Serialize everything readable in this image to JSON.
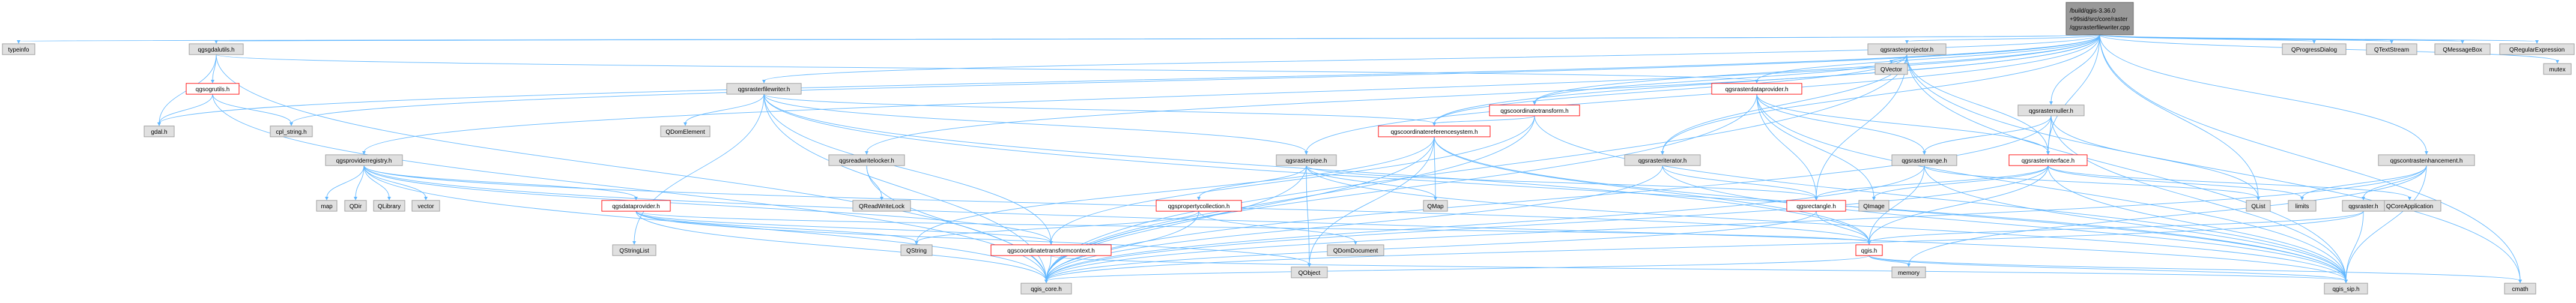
{
  "root": {
    "line1": "/build/qgis-3.36.0",
    "line2": "+99sid/src/core/raster",
    "line3": "/qgsrasterfilewriter.cpp"
  },
  "nodes": [
    {
      "id": "typeinfo",
      "label": "typeinfo",
      "style": "plain"
    },
    {
      "id": "qgsgdalutils",
      "label": "qgsgdalutils.h",
      "style": "plain"
    },
    {
      "id": "qgsogrutils",
      "label": "qgsogrutils.h",
      "style": "warn"
    },
    {
      "id": "gdal",
      "label": "gdal.h",
      "style": "plain"
    },
    {
      "id": "cpl_string",
      "label": "cpl_string.h",
      "style": "plain"
    },
    {
      "id": "qgsproviderregistry",
      "label": "qgsproviderregistry.h",
      "style": "plain"
    },
    {
      "id": "map",
      "label": "map",
      "style": "plain"
    },
    {
      "id": "qdir",
      "label": "QDir",
      "style": "plain"
    },
    {
      "id": "qlibrary",
      "label": "QLibrary",
      "style": "plain"
    },
    {
      "id": "vector",
      "label": "vector",
      "style": "plain"
    },
    {
      "id": "qgsrasterfilewriter",
      "label": "qgsrasterfilewriter.h",
      "style": "plain"
    },
    {
      "id": "qdomelement",
      "label": "QDomElement",
      "style": "plain"
    },
    {
      "id": "qstringlist",
      "label": "QStringList",
      "style": "plain"
    },
    {
      "id": "qgsdataprovider",
      "label": "qgsdataprovider.h",
      "style": "warn"
    },
    {
      "id": "qgsreadwritelocker",
      "label": "qgsreadwritelocker.h",
      "style": "plain"
    },
    {
      "id": "qreadwritelock",
      "label": "QReadWriteLock",
      "style": "plain"
    },
    {
      "id": "qgsrasterpipe",
      "label": "qgsrasterpipe.h",
      "style": "plain"
    },
    {
      "id": "qgspropertycollection",
      "label": "qgspropertycollection.h",
      "style": "warn"
    },
    {
      "id": "qgscoordinatetransform",
      "label": "qgscoordinatetransform.h",
      "style": "warn"
    },
    {
      "id": "qgscoordinatereferencesystem",
      "label": "qgscoordinatereferencesystem.h",
      "style": "warn"
    },
    {
      "id": "qgscoordinatetransformcontext",
      "label": "qgscoordinatetransformcontext.h",
      "style": "warn"
    },
    {
      "id": "qstring",
      "label": "QString",
      "style": "plain"
    },
    {
      "id": "qdomdocument",
      "label": "QDomDocument",
      "style": "plain"
    },
    {
      "id": "qobject",
      "label": "QObject",
      "style": "plain"
    },
    {
      "id": "qmap",
      "label": "QMap",
      "style": "plain"
    },
    {
      "id": "qgsrasterprojector",
      "label": "qgsrasterprojector.h",
      "style": "plain"
    },
    {
      "id": "qvector",
      "label": "QVector",
      "style": "plain"
    },
    {
      "id": "qgsrasterdataprovider",
      "label": "qgsrasterdataprovider.h",
      "style": "warn"
    },
    {
      "id": "qgsrasteriterator",
      "label": "qgsrasteriterator.h",
      "style": "plain"
    },
    {
      "id": "qgsrasterrange",
      "label": "qgsrasterrange.h",
      "style": "plain"
    },
    {
      "id": "qimage",
      "label": "QImage",
      "style": "plain"
    },
    {
      "id": "qgsrectangle",
      "label": "qgsrectangle.h",
      "style": "warn"
    },
    {
      "id": "qgsrasternuller",
      "label": "qgsrasternuller.h",
      "style": "plain"
    },
    {
      "id": "qgsrasterinterface",
      "label": "qgsrasterinterface.h",
      "style": "warn"
    },
    {
      "id": "qgscontrastenhancement",
      "label": "qgscontrastenhancement.h",
      "style": "plain"
    },
    {
      "id": "qlist",
      "label": "QList",
      "style": "plain"
    },
    {
      "id": "limits",
      "label": "limits",
      "style": "plain"
    },
    {
      "id": "qcoreapplication",
      "label": "QCoreApplication",
      "style": "plain"
    },
    {
      "id": "qgsraster",
      "label": "qgsraster.h",
      "style": "plain"
    },
    {
      "id": "qgis",
      "label": "qgis.h",
      "style": "warn"
    },
    {
      "id": "memory",
      "label": "memory",
      "style": "plain"
    },
    {
      "id": "qgis_core",
      "label": "qgis_core.h",
      "style": "plain"
    },
    {
      "id": "qgis_sip",
      "label": "qgis_sip.h",
      "style": "plain"
    },
    {
      "id": "cmath",
      "label": "cmath",
      "style": "plain"
    },
    {
      "id": "qprogressdialog",
      "label": "QProgressDialog",
      "style": "plain"
    },
    {
      "id": "qtextstream",
      "label": "QTextStream",
      "style": "plain"
    },
    {
      "id": "qmessagebox",
      "label": "QMessageBox",
      "style": "plain"
    },
    {
      "id": "qregularexpression",
      "label": "QRegularExpression",
      "style": "plain"
    },
    {
      "id": "mutex",
      "label": "mutex",
      "style": "plain"
    }
  ],
  "edges": [
    [
      "root",
      "typeinfo"
    ],
    [
      "root",
      "qgsgdalutils"
    ],
    [
      "root",
      "gdal"
    ],
    [
      "root",
      "cpl_string"
    ],
    [
      "root",
      "qgsproviderregistry"
    ],
    [
      "root",
      "qgsrasterfilewriter"
    ],
    [
      "root",
      "qgsreadwritelocker"
    ],
    [
      "root",
      "qgsrasterpipe"
    ],
    [
      "root",
      "qgscoordinatetransform"
    ],
    [
      "root",
      "qgscoordinatereferencesystem"
    ],
    [
      "root",
      "qgsrasterprojector"
    ],
    [
      "root",
      "qgsrasterdataprovider"
    ],
    [
      "root",
      "qgsrasteriterator"
    ],
    [
      "root",
      "qgsrasternuller"
    ],
    [
      "root",
      "qgsrasterinterface"
    ],
    [
      "root",
      "qgscontrastenhancement"
    ],
    [
      "root",
      "qprogressdialog"
    ],
    [
      "root",
      "qtextstream"
    ],
    [
      "root",
      "qmessagebox"
    ],
    [
      "root",
      "qregularexpression"
    ],
    [
      "root",
      "mutex"
    ],
    [
      "root",
      "cmath"
    ],
    [
      "root",
      "qlist"
    ],
    [
      "qgsgdalutils",
      "qgsogrutils"
    ],
    [
      "qgsgdalutils",
      "gdal"
    ],
    [
      "qgsgdalutils",
      "qgis_core"
    ],
    [
      "qgsgdalutils",
      "qgsrasterdataprovider"
    ],
    [
      "qgsogrutils",
      "gdal"
    ],
    [
      "qgsogrutils",
      "cpl_string"
    ],
    [
      "qgsogrutils",
      "qgis_core"
    ],
    [
      "qgsproviderregistry",
      "map"
    ],
    [
      "qgsproviderregistry",
      "qdir"
    ],
    [
      "qgsproviderregistry",
      "qlibrary"
    ],
    [
      "qgsproviderregistry",
      "vector"
    ],
    [
      "qgsproviderregistry",
      "qgsdataprovider"
    ],
    [
      "qgsproviderregistry",
      "qgis_core"
    ],
    [
      "qgsproviderregistry",
      "qgis_sip"
    ],
    [
      "qgsproviderregistry",
      "qgis"
    ],
    [
      "qgsproviderregistry",
      "qgscoordinatetransformcontext"
    ],
    [
      "qgsrasterfilewriter",
      "qdomelement"
    ],
    [
      "qgsrasterfilewriter",
      "qstringlist"
    ],
    [
      "qgsrasterfilewriter",
      "qgis_core"
    ],
    [
      "qgsrasterfilewriter",
      "qgis_sip"
    ],
    [
      "qgsrasterfilewriter",
      "qgis"
    ],
    [
      "qgsrasterfilewriter",
      "qgscoordinatereferencesystem"
    ],
    [
      "qgsrasterfilewriter",
      "qgscoordinatetransformcontext"
    ],
    [
      "qgsrasterfilewriter",
      "qgsrasterpipe"
    ],
    [
      "qgsdataprovider",
      "qgis_core"
    ],
    [
      "qgsdataprovider",
      "qstring"
    ],
    [
      "qgsdataprovider",
      "qobject"
    ],
    [
      "qgsdataprovider",
      "qgscoordinatetransformcontext"
    ],
    [
      "qgsdataprovider",
      "qgis"
    ],
    [
      "qgsreadwritelocker",
      "qreadwritelock"
    ],
    [
      "qgsreadwritelocker",
      "qgis_core"
    ],
    [
      "qgsrasterpipe",
      "qgis_core"
    ],
    [
      "qgsrasterpipe",
      "qgis_sip"
    ],
    [
      "qgsrasterpipe",
      "qgspropertycollection"
    ],
    [
      "qgsrasterpipe",
      "qobject"
    ],
    [
      "qgsrasterpipe",
      "qmap"
    ],
    [
      "qgsrasterpipe",
      "qgsrectangle"
    ],
    [
      "qgspropertycollection",
      "qgis_core"
    ],
    [
      "qgspropertycollection",
      "qstring"
    ],
    [
      "qgspropertycollection",
      "qdomdocument"
    ],
    [
      "qgscoordinatetransform",
      "qgis_core"
    ],
    [
      "qgscoordinatetransform",
      "qgscoordinatereferencesystem"
    ],
    [
      "qgscoordinatetransform",
      "qgscoordinatetransformcontext"
    ],
    [
      "qgscoordinatetransform",
      "qgis_sip"
    ],
    [
      "qgscoordinatereferencesystem",
      "qgis_core"
    ],
    [
      "qgscoordinatereferencesystem",
      "qgis"
    ],
    [
      "qgscoordinatereferencesystem",
      "qgis_sip"
    ],
    [
      "qgscoordinatereferencesystem",
      "qstring"
    ],
    [
      "qgscoordinatereferencesystem",
      "qmap"
    ],
    [
      "qgscoordinatereferencesystem",
      "qobject"
    ],
    [
      "qgscoordinatetransformcontext",
      "qgis_core"
    ],
    [
      "qgscoordinatetransformcontext",
      "qgis_sip"
    ],
    [
      "qgsrasterprojector",
      "qvector"
    ],
    [
      "qgsrasterprojector",
      "qgis_core"
    ],
    [
      "qgsrasterprojector",
      "qgis_sip"
    ],
    [
      "qgsrasterprojector",
      "qgsrectangle"
    ],
    [
      "qgsrasterprojector",
      "qgscoordinatereferencesystem"
    ],
    [
      "qgsrasterprojector",
      "qgscoordinatetransform"
    ],
    [
      "qgsrasterprojector",
      "qgsrasterinterface"
    ],
    [
      "qgsrasterprojector",
      "qgsrasteriterator"
    ],
    [
      "qgsrasterprojector",
      "cmath"
    ],
    [
      "qgsrasterdataprovider",
      "qgis_core"
    ],
    [
      "qgsrasterdataprovider",
      "qgis_sip"
    ],
    [
      "qgsrasterdataprovider",
      "qgsrasterinterface"
    ],
    [
      "qgsrasterdataprovider",
      "qgsrasterrange"
    ],
    [
      "qgsrasterdataprovider",
      "qgsrectangle"
    ],
    [
      "qgsrasterdataprovider",
      "qimage"
    ],
    [
      "qgsrasteriterator",
      "qgis_core"
    ],
    [
      "qgsrasteriterator",
      "qgsrectangle"
    ],
    [
      "qgsrasteriterator",
      "qgis_sip"
    ],
    [
      "qgsrasterrange",
      "qgis_core"
    ],
    [
      "qgsrasterrange",
      "qgis_sip"
    ],
    [
      "qgsrasterrange",
      "qgis"
    ],
    [
      "qgsrasterrange",
      "qlist"
    ],
    [
      "qgsrasternuller",
      "qgis_core"
    ],
    [
      "qgsrasternuller",
      "qgis_sip"
    ],
    [
      "qgsrasternuller",
      "qgsrasterinterface"
    ],
    [
      "qgsrasternuller",
      "qgsrasterrange"
    ],
    [
      "qgsrasternuller",
      "qlist"
    ],
    [
      "qgsrasterinterface",
      "qgis_core"
    ],
    [
      "qgsrasterinterface",
      "qgis_sip"
    ],
    [
      "qgsrasterinterface",
      "qgis"
    ],
    [
      "qgsrasterinterface",
      "limits"
    ],
    [
      "qgsrasterinterface",
      "qcoreapplication"
    ],
    [
      "qgsrasterinterface",
      "qimage"
    ],
    [
      "qgsrasterinterface",
      "qgsrectangle"
    ],
    [
      "qgscontrastenhancement",
      "qgis_core"
    ],
    [
      "qgscontrastenhancement",
      "qgis_sip"
    ],
    [
      "qgscontrastenhancement",
      "qgsraster"
    ],
    [
      "qgscontrastenhancement",
      "memory"
    ],
    [
      "qgscontrastenhancement",
      "limits"
    ],
    [
      "qgsraster",
      "qgis_core"
    ],
    [
      "qgsraster",
      "qgis_sip"
    ],
    [
      "qgsraster",
      "qgis"
    ],
    [
      "qgis",
      "qgis_core"
    ],
    [
      "qgis",
      "qgis_sip"
    ],
    [
      "qgis",
      "memory"
    ],
    [
      "qgis",
      "cmath"
    ],
    [
      "qgsrectangle",
      "qgis_core"
    ],
    [
      "qgsrectangle",
      "qgis"
    ]
  ]
}
